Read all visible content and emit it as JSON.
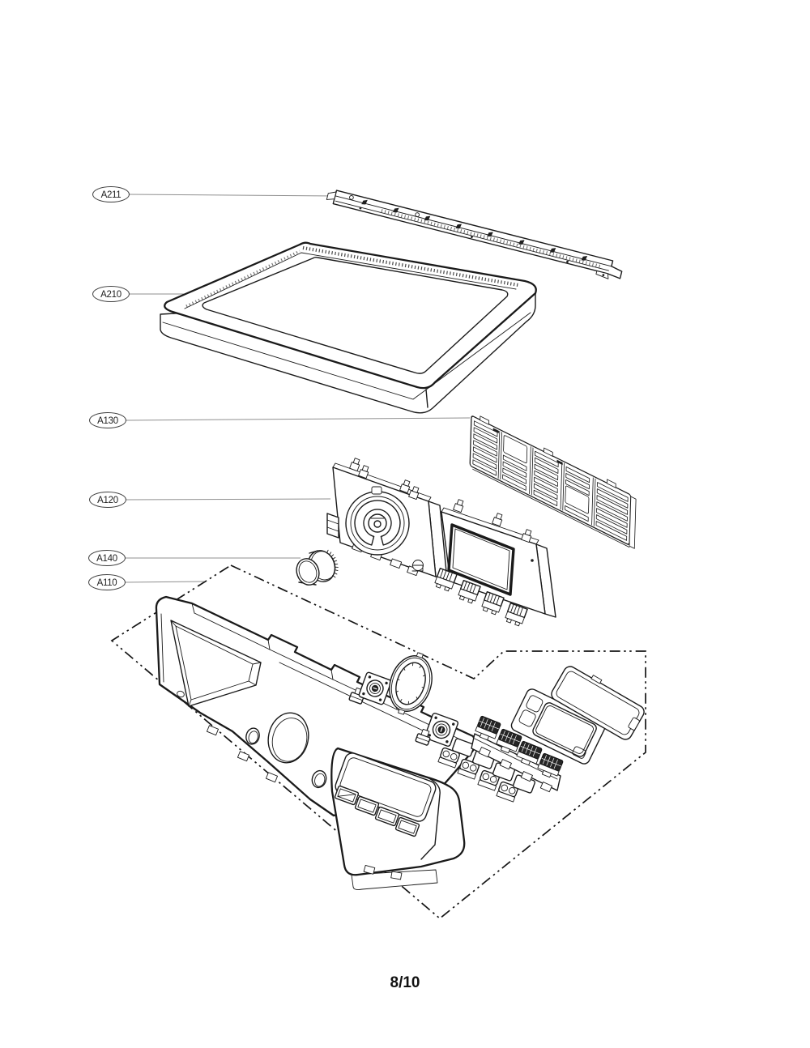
{
  "page": {
    "background": "#ffffff",
    "line_color": "#1a1a1a",
    "leader_color": "#8f8f8f",
    "page_indicator": "8/10"
  },
  "callouts": [
    {
      "label": "A211"
    },
    {
      "label": "A210"
    },
    {
      "label": "A130"
    },
    {
      "label": "A120"
    },
    {
      "label": "A140"
    },
    {
      "label": "A110"
    }
  ]
}
